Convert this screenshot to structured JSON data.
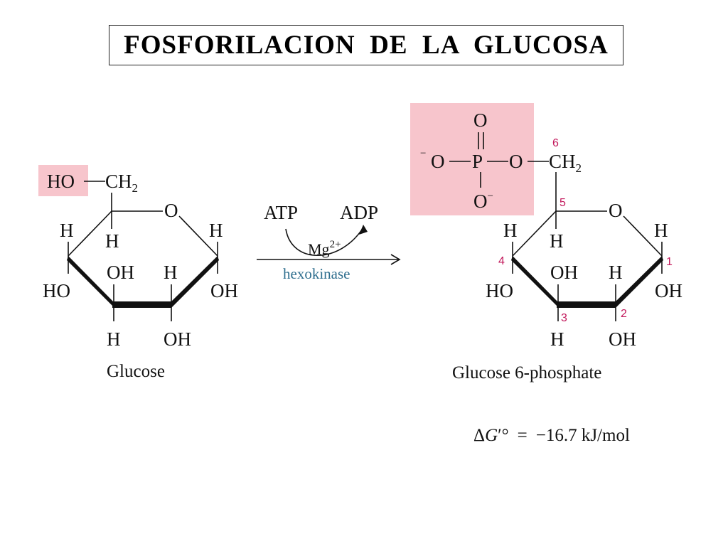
{
  "title": "FOSFORILACION  DE  LA  GLUCOSA",
  "colors": {
    "highlight": "#f7c5cc",
    "carbon_number": "#c2185b",
    "enzyme": "#2e6e8e",
    "text": "#111111"
  },
  "glucose": {
    "caption": "Glucose",
    "ho_group": "HO",
    "ch2": "CH",
    "ch2_sub": "2",
    "ring_o": "O",
    "h": "H",
    "oh": "OH",
    "ho": "HO"
  },
  "reaction": {
    "atp": "ATP",
    "adp": "ADP",
    "mg": "Mg",
    "mg_charge": "2+",
    "enzyme": "hexokinase"
  },
  "product": {
    "caption": "Glucose 6-phosphate",
    "phosphate_o": "O",
    "phosphate_p": "P",
    "charge_minus": "−",
    "ch2": "CH",
    "ch2_sub": "2",
    "ring_o": "O",
    "h": "H",
    "oh": "OH",
    "ho": "HO",
    "carbon_numbers": [
      "1",
      "2",
      "3",
      "4",
      "5",
      "6"
    ]
  },
  "energy": {
    "delta": "Δ",
    "g": "G",
    "prime_degree": "′°",
    "equals": "=",
    "value": "−16.7 kJ/mol"
  }
}
